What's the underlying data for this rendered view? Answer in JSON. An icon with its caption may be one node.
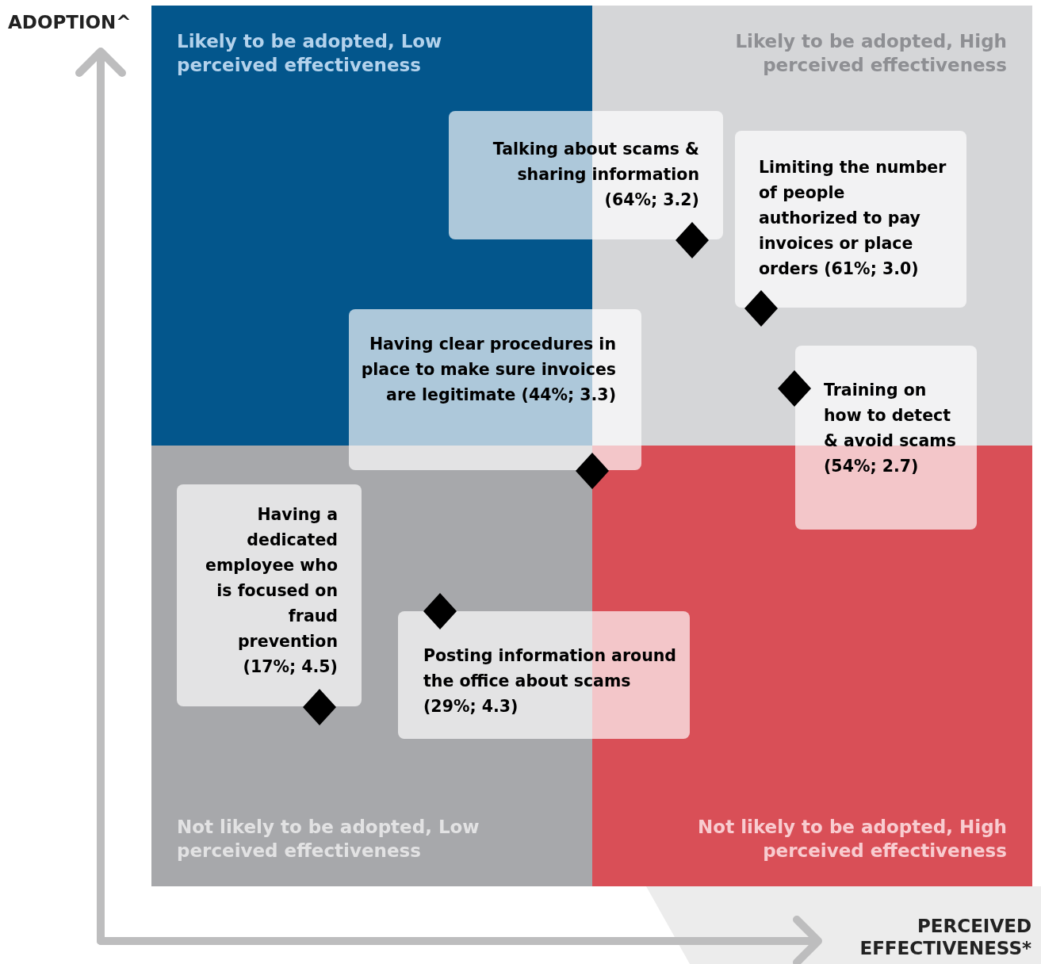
{
  "diagram": {
    "nodes": [
      {
        "text": [
          "Likely to be adopted, Low perceived effectiveness"
        ]
      },
      {
        "text": [
          "Likely to be adopted, High perceived effectiveness"
        ]
      },
      {
        "text": [
          "Not likely to be adopted, Low perceived effectiveness"
        ]
      },
      {
        "text": [
          "Not likely to be adopted, High perceived effectiveness"
        ]
      },
      {
        "text": [
          "Talking about scams & sharing information (64%; 3.2)"
        ]
      },
      {
        "text": [
          "Limiting the number of people authorized to pay invoices or place orders (61%; 3.0)"
        ],
        "in": 1
      },
      {
        "text": [
          "Having clear procedures in place to make sure invoices are legitimate (44%; 3.3)"
        ]
      },
      {
        "text": [
          "Training on how to detect & avoid scams (54%; 2.7)"
        ]
      },
      {
        "text": [
          "Having a dedicated employee who is focused on fraud prevention (17%; 4.5)"
        ],
        "in": 2
      },
      {
        "text": [
          "Posting information around the office about scams (29%; 4.3)"
        ]
      }
    ],
    "labels": [
      "ADOPTION^",
      "PERCEIVED EFFECTIVENESS*"
    ]
  }
}
